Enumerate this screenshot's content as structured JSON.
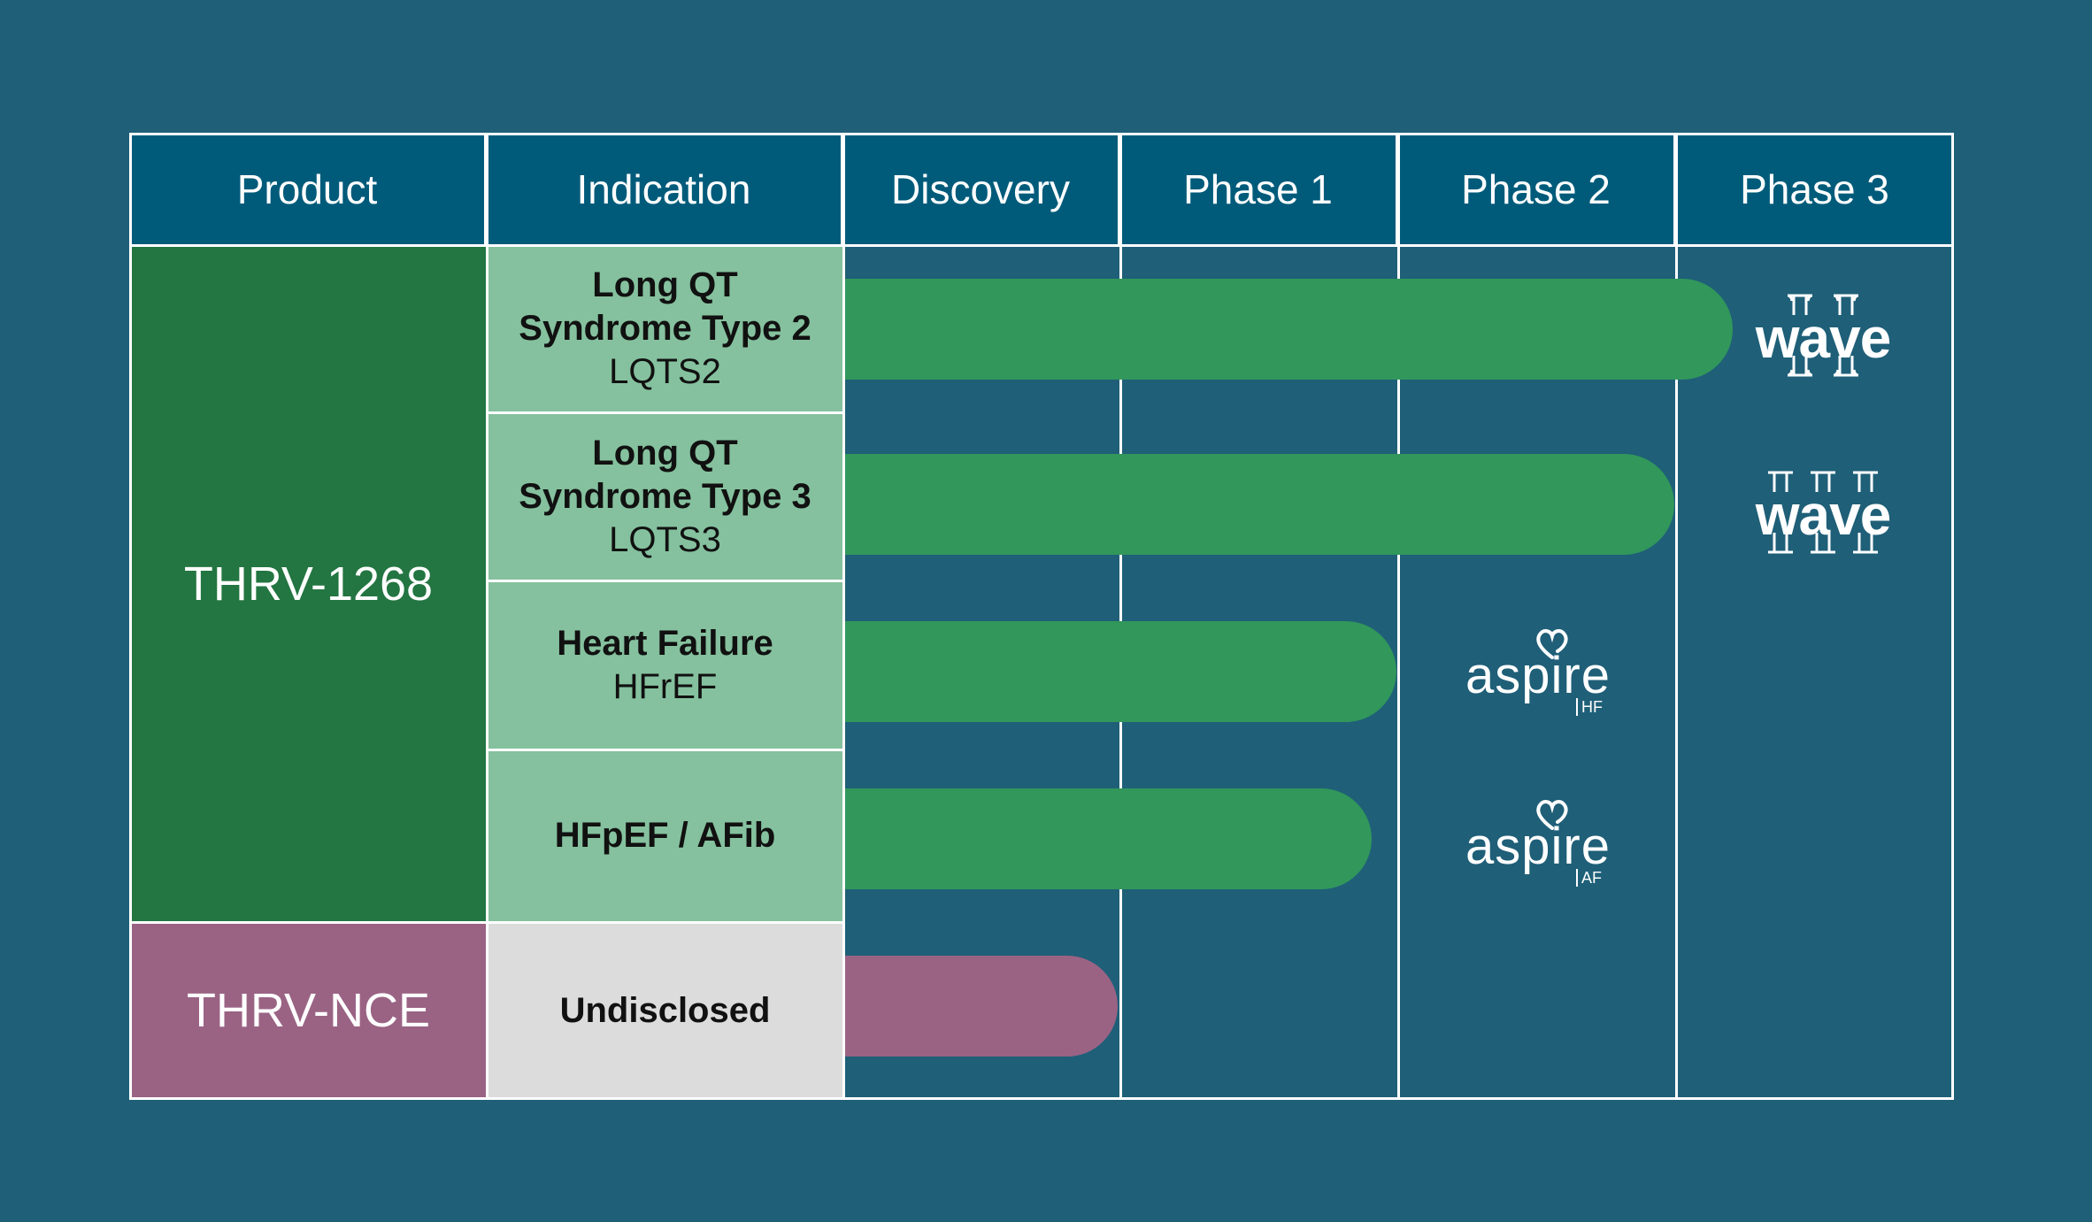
{
  "colors": {
    "background": "#1f5f78",
    "header": "#005b7a",
    "product_thrv1268": "#237541",
    "product_thrvnce": "#9a6384",
    "indication_green": "#85c19e",
    "indication_grey": "#dcdcdc",
    "bar_green": "#31975b",
    "bar_purple": "#9a6384",
    "grid": "#ffffff"
  },
  "header": {
    "product": "Product",
    "indication": "Indication",
    "discovery": "Discovery",
    "phase1": "Phase 1",
    "phase2": "Phase 2",
    "phase3": "Phase 3"
  },
  "products": {
    "thrv1268": "THRV-1268",
    "thrvnce": "THRV-NCE"
  },
  "indications": {
    "lqts2": {
      "line1": "Long QT",
      "line2": "Syndrome Type 2",
      "abbr": "LQTS2"
    },
    "lqts3": {
      "line1": "Long QT",
      "line2": "Syndrome Type 3",
      "abbr": "LQTS3"
    },
    "hf": {
      "line1": "Heart Failure",
      "abbr": "HFrEF"
    },
    "hfpef": {
      "line1": "HFpEF / AFib"
    },
    "undisclosed": {
      "line1": "Undisclosed"
    }
  },
  "logos": {
    "wave2": {
      "word": "wave",
      "numeral": "II",
      "icon": "wave-ii-logo"
    },
    "wave3": {
      "word": "wave",
      "numeral": "III",
      "icon": "wave-iii-logo"
    },
    "aspire_hf": {
      "word": "aspire",
      "tag": "HF",
      "icon": "aspire-heart-logo"
    },
    "aspire_af": {
      "word": "aspire",
      "tag": "AF",
      "icon": "aspire-heart-logo"
    }
  }
}
